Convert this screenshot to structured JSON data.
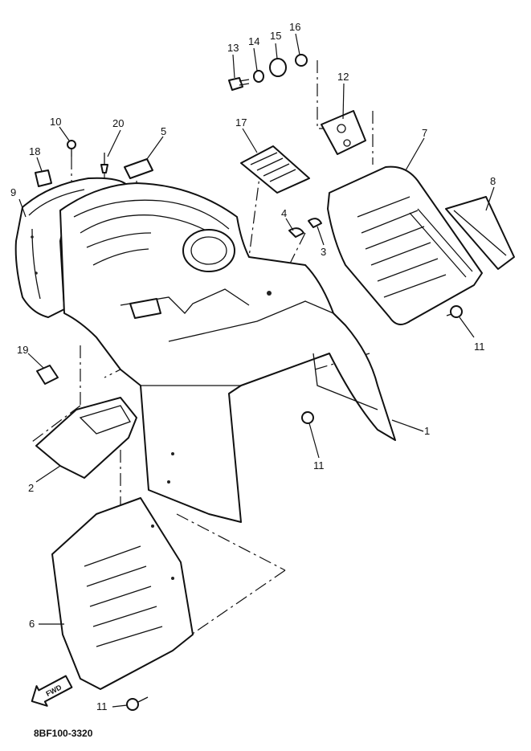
{
  "diagram": {
    "callouts": [
      {
        "id": "c13",
        "label": "13"
      },
      {
        "id": "c14",
        "label": "14"
      },
      {
        "id": "c15",
        "label": "15"
      },
      {
        "id": "c16",
        "label": "16"
      },
      {
        "id": "c12",
        "label": "12"
      },
      {
        "id": "c10",
        "label": "10"
      },
      {
        "id": "c20",
        "label": "20"
      },
      {
        "id": "c5",
        "label": "5"
      },
      {
        "id": "c17",
        "label": "17"
      },
      {
        "id": "c7",
        "label": "7"
      },
      {
        "id": "c18",
        "label": "18"
      },
      {
        "id": "c9",
        "label": "9"
      },
      {
        "id": "c4",
        "label": "4"
      },
      {
        "id": "c3",
        "label": "3"
      },
      {
        "id": "c8",
        "label": "8"
      },
      {
        "id": "c11a",
        "label": "11"
      },
      {
        "id": "c19",
        "label": "19"
      },
      {
        "id": "c1",
        "label": "1"
      },
      {
        "id": "c11b",
        "label": "11"
      },
      {
        "id": "c2",
        "label": "2"
      },
      {
        "id": "c6",
        "label": "6"
      },
      {
        "id": "c11c",
        "label": "11"
      }
    ],
    "fwd_label": "FWD",
    "drawing_code": "8BF100-3320"
  }
}
